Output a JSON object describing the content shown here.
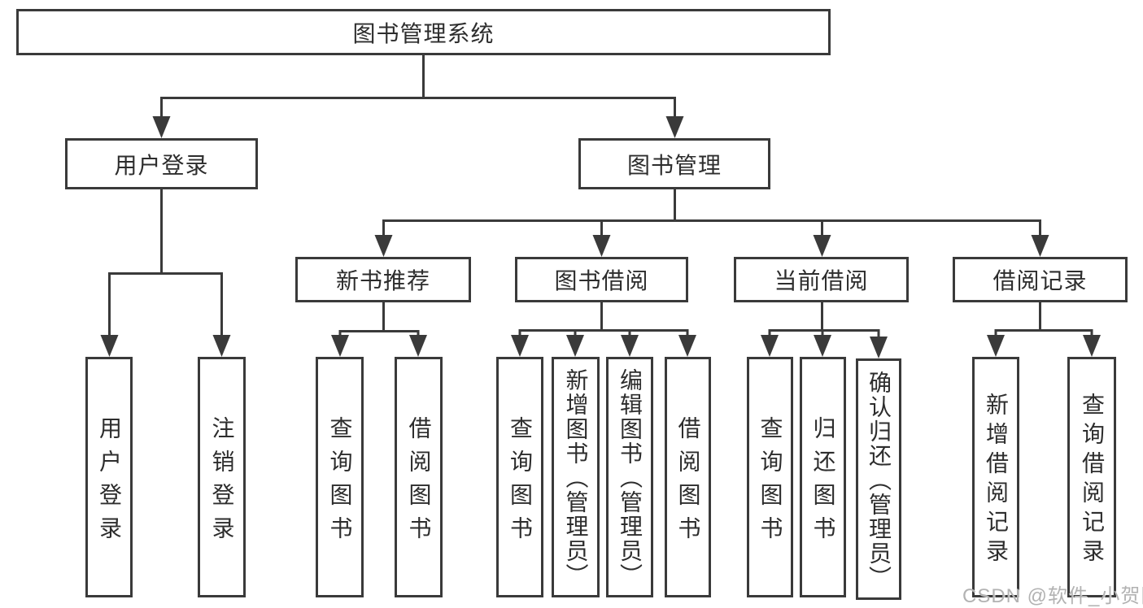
{
  "tree": {
    "root": "图书管理系统",
    "children": [
      {
        "label": "用户登录",
        "children": [
          {
            "label": "用户登录"
          },
          {
            "label": "注销登录"
          }
        ]
      },
      {
        "label": "图书管理",
        "children": [
          {
            "label": "新书推荐",
            "children": [
              {
                "label": "查询图书"
              },
              {
                "label": "借阅图书"
              }
            ]
          },
          {
            "label": "图书借阅",
            "children": [
              {
                "label": "查询图书"
              },
              {
                "label": "新增图书（管理员）"
              },
              {
                "label": "编辑图书（管理员）"
              },
              {
                "label": "借阅图书"
              }
            ]
          },
          {
            "label": "当前借阅",
            "children": [
              {
                "label": "查询图书"
              },
              {
                "label": "归还图书"
              },
              {
                "label": "确认归还（管理员）"
              }
            ]
          },
          {
            "label": "借阅记录",
            "children": [
              {
                "label": "新增借阅记录"
              },
              {
                "label": "查询借阅记录"
              }
            ]
          }
        ]
      }
    ]
  },
  "watermark": {
    "text": "CSDN @软件_小贺同学"
  },
  "colors": {
    "line": "#3a3a3a",
    "text": "#2d2d2d",
    "background": "#ffffff",
    "watermark": "#b2b2b2"
  }
}
